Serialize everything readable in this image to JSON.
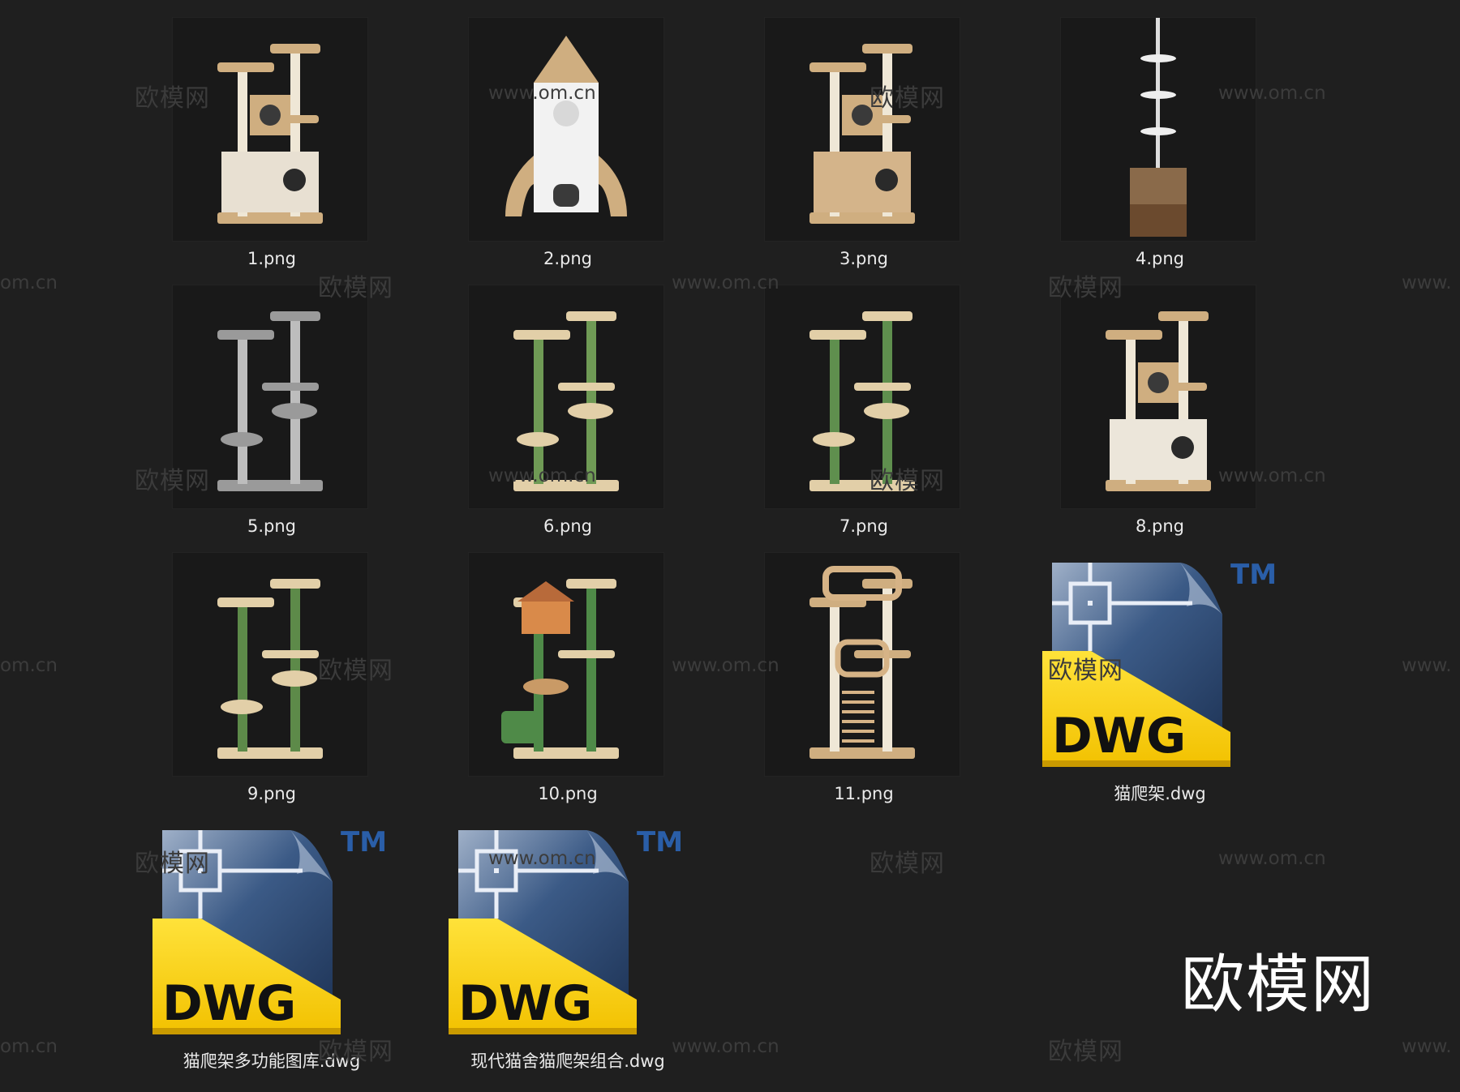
{
  "files": [
    {
      "name": "1.png",
      "type": "image",
      "icon": "cat-tree-thumbnail",
      "accent": "#e8e0d2"
    },
    {
      "name": "2.png",
      "type": "image",
      "icon": "rocket-cat-tree-thumbnail",
      "accent": "#d9b98a"
    },
    {
      "name": "3.png",
      "type": "image",
      "icon": "cat-tree-thumbnail",
      "accent": "#d4b48a"
    },
    {
      "name": "4.png",
      "type": "image",
      "icon": "tall-cat-tree-thumbnail",
      "accent": "#8a6a4a"
    },
    {
      "name": "5.png",
      "type": "image",
      "icon": "grey-cat-tree-thumbnail",
      "accent": "#8c8c8c"
    },
    {
      "name": "6.png",
      "type": "image",
      "icon": "cactus-cat-tree-thumbnail",
      "accent": "#6f9a55"
    },
    {
      "name": "7.png",
      "type": "image",
      "icon": "cactus-cat-tree-thumbnail",
      "accent": "#5f8f4e"
    },
    {
      "name": "8.png",
      "type": "image",
      "icon": "cat-tree-thumbnail",
      "accent": "#ece6da"
    },
    {
      "name": "9.png",
      "type": "image",
      "icon": "cactus-cat-tree-thumbnail",
      "accent": "#5d8a49"
    },
    {
      "name": "10.png",
      "type": "image",
      "icon": "cat-house-tree-thumbnail",
      "accent": "#4f8a48"
    },
    {
      "name": "11.png",
      "type": "image",
      "icon": "wooden-cat-tree-thumbnail",
      "accent": "#d6b386"
    },
    {
      "name": "猫爬架.dwg",
      "type": "dwg",
      "icon": "dwg-file-icon"
    },
    {
      "name": "猫爬架多功能图库.dwg",
      "type": "dwg",
      "icon": "dwg-file-icon"
    },
    {
      "name": "现代猫舍猫爬架组合.dwg",
      "type": "dwg",
      "icon": "dwg-file-icon"
    }
  ],
  "dwg_icon": {
    "text": "DWG",
    "tm": "TM"
  },
  "watermark": {
    "brand": "欧模网",
    "url": "www.om.cn",
    "url_partial": "om.cn",
    "url_prefix": "www."
  },
  "brand_logo": "欧模网"
}
